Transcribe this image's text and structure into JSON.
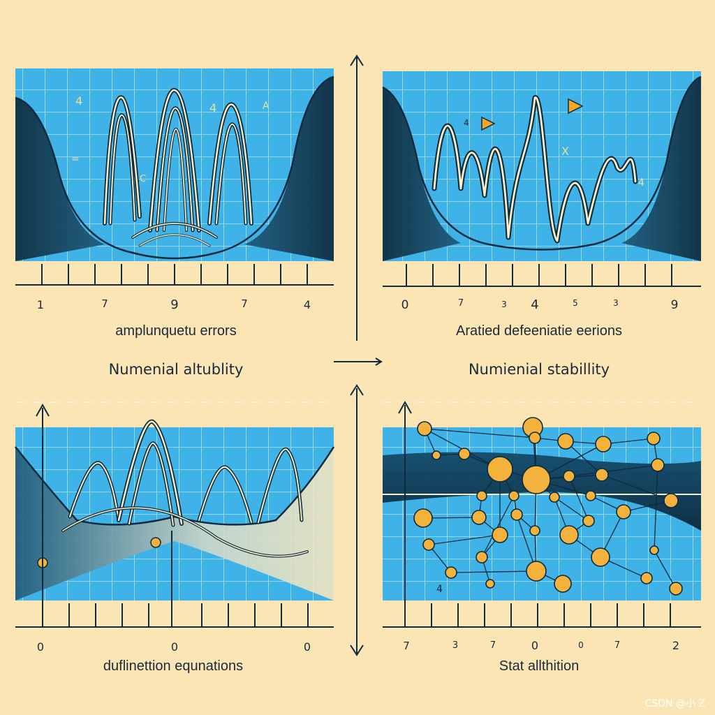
{
  "panels": {
    "tl": {
      "caption": "amplunquetu errors",
      "ticks": [
        "1",
        "7",
        "9",
        "7",
        "4"
      ],
      "glyphs": [
        "4",
        "4",
        "A",
        "=",
        "C"
      ]
    },
    "tr": {
      "caption": "Aratied defeeniatie eerions",
      "ticks": [
        "0",
        "7",
        "3",
        "4",
        "5",
        "3",
        "9"
      ],
      "glyphs": [
        "4",
        "X",
        "4"
      ]
    },
    "bl": {
      "caption": "duflinettion equnations",
      "ticks": [
        "0",
        "0",
        "0"
      ]
    },
    "br": {
      "caption": "Stat allthition",
      "ticks": [
        "7",
        "3",
        "7",
        "0",
        "0",
        "7",
        "2"
      ],
      "glyphs": [
        "4"
      ]
    }
  },
  "headings": {
    "left": "Numenial altublity",
    "right": "Numienial stabillity"
  },
  "watermark": "CSDN @小 Z",
  "colors": {
    "background": "#fbe5b5",
    "panel_blue": "#3fb3e8",
    "navy": "#0e2a3d",
    "cream": "#f8efc8",
    "node_orange": "#f4b23c",
    "triangle_orange": "#f5a623"
  }
}
